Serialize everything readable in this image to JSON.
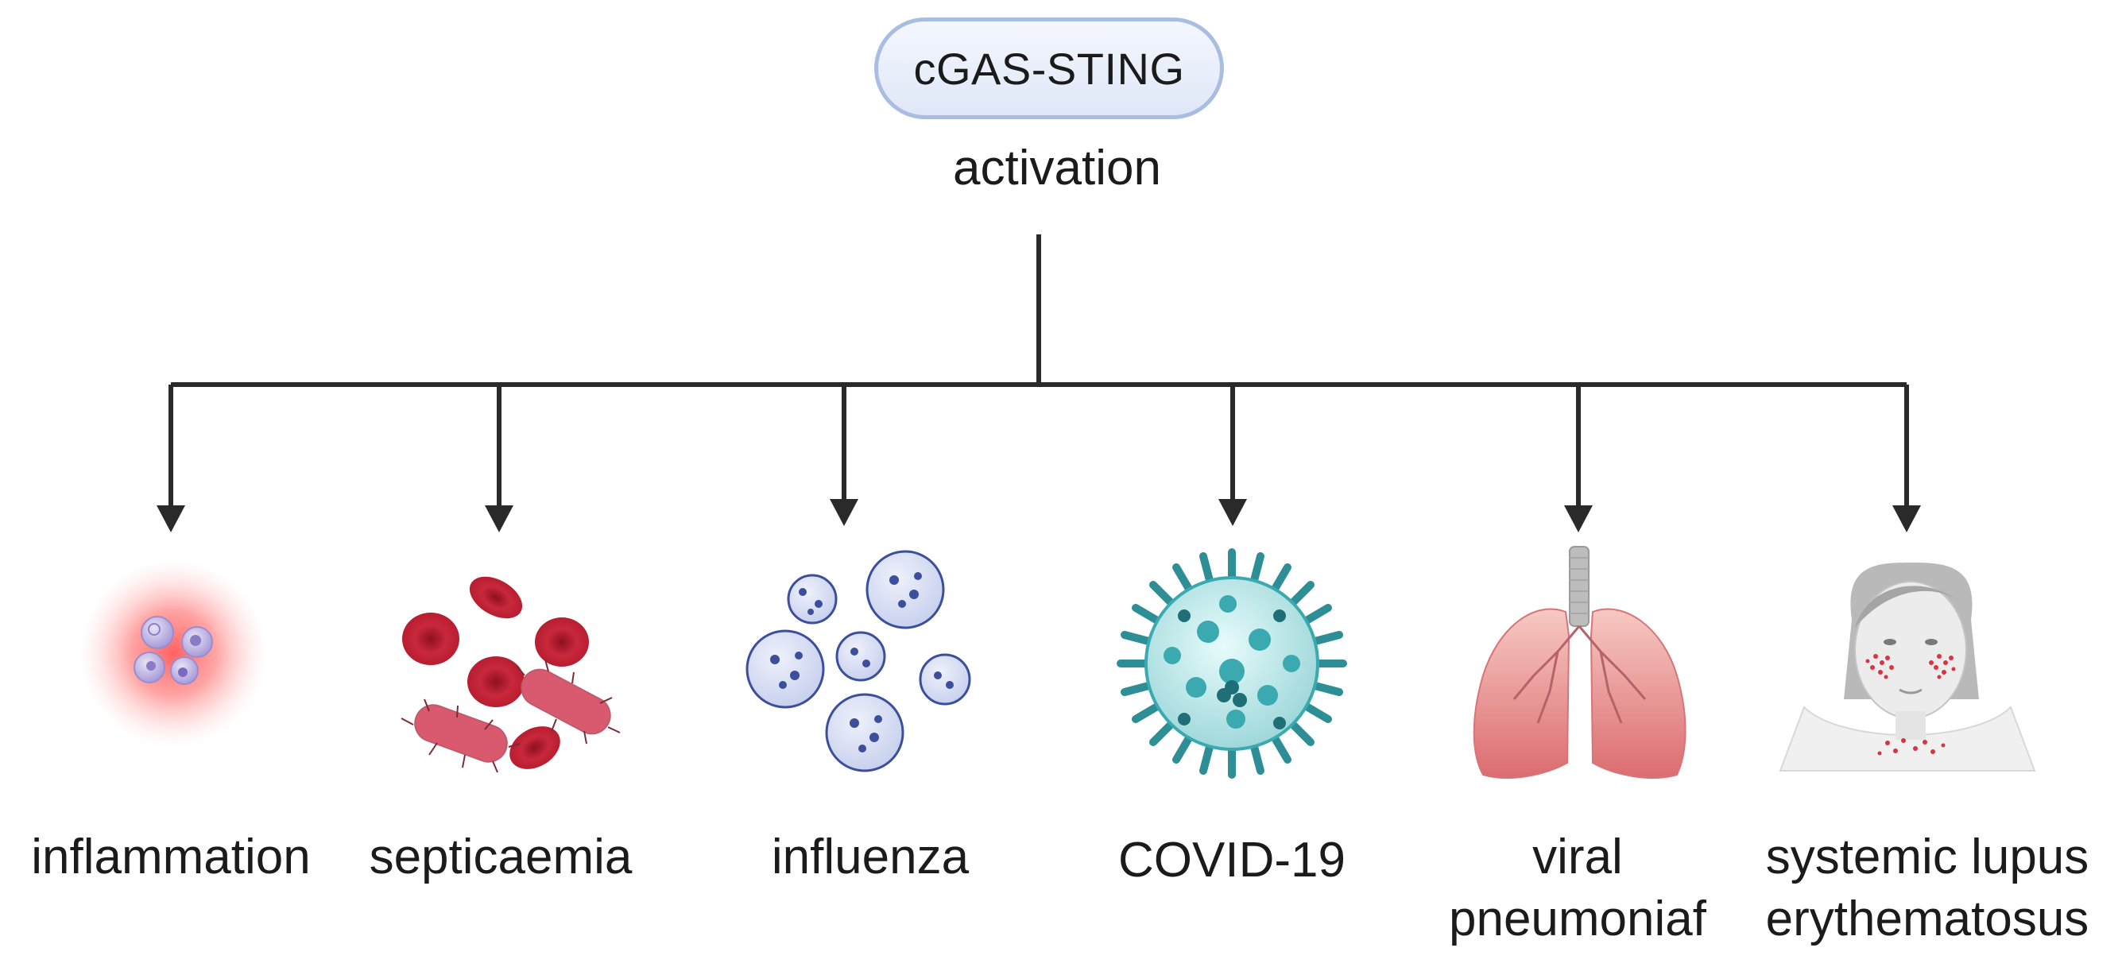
{
  "root": {
    "label": "cGAS-STING",
    "sub_label": "activation"
  },
  "branches": [
    {
      "id": "inflammation",
      "label_lines": [
        "inflammation"
      ],
      "icon": "inflammation-cells-icon"
    },
    {
      "id": "septicaemia",
      "label_lines": [
        "septicaemia"
      ],
      "icon": "bacteria-blood-cells-icon"
    },
    {
      "id": "influenza",
      "label_lines": [
        "influenza"
      ],
      "icon": "influenza-virus-icon"
    },
    {
      "id": "covid",
      "label_lines": [
        "COVID-19"
      ],
      "icon": "coronavirus-icon"
    },
    {
      "id": "viral-pneumonia",
      "label_lines": [
        "viral",
        "pneumoniaf"
      ],
      "icon": "lungs-icon"
    },
    {
      "id": "sle",
      "label_lines": [
        "systemic lupus",
        "erythematosus"
      ],
      "icon": "lupus-face-icon"
    }
  ],
  "colors": {
    "line": "#2a2a2a",
    "pill_border": "#a9bde3",
    "inflammation_glow": "#ff6b6b",
    "blood_red": "#c8283a",
    "bacteria_pink": "#d95a6e",
    "virus_blue": "#3b4f9c",
    "covid_teal": "#3aa9b0",
    "lung_pink": "#e58a8a",
    "rash_red": "#d9343f"
  }
}
